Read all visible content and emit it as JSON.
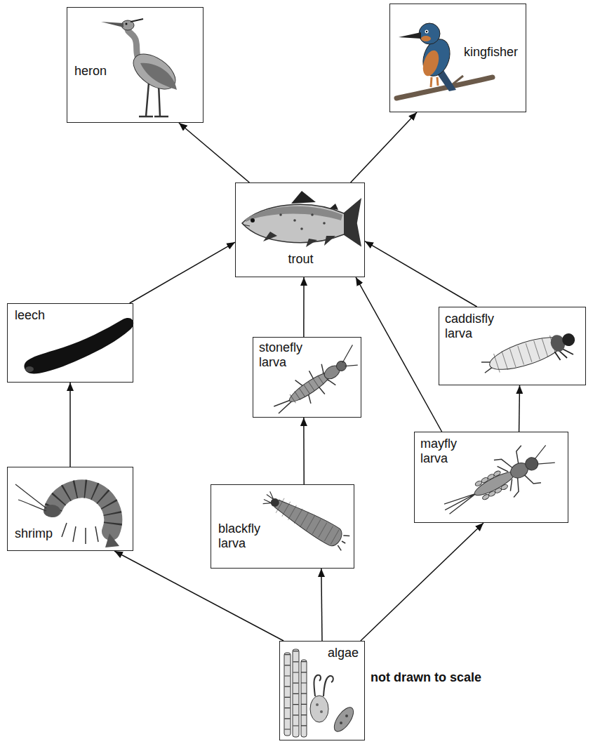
{
  "diagram": {
    "nodes": [
      {
        "text": [
          "heron"
        ]
      },
      {
        "text": [
          "kingfisher"
        ]
      },
      {
        "text": [
          "trout"
        ]
      },
      {
        "text": [
          "leech"
        ]
      },
      {
        "text": [
          "stonefly larva"
        ]
      },
      {
        "text": [
          "caddisfly larva"
        ]
      },
      {
        "text": [
          "shrimp"
        ]
      },
      {
        "text": [
          "blackfly larva"
        ]
      },
      {
        "text": [
          "mayfly larva"
        ]
      },
      {
        "text": [
          "algae"
        ]
      }
    ],
    "edges": [
      {
        "from": 9,
        "to": 6,
        "arrow": "to"
      },
      {
        "from": 9,
        "to": 7,
        "arrow": "to"
      },
      {
        "from": 9,
        "to": 8,
        "arrow": "to"
      },
      {
        "from": 6,
        "to": 3,
        "arrow": "to"
      },
      {
        "from": 7,
        "to": 4,
        "arrow": "to"
      },
      {
        "from": 8,
        "to": 5,
        "arrow": "to"
      },
      {
        "from": 3,
        "to": 2,
        "arrow": "to"
      },
      {
        "from": 4,
        "to": 2,
        "arrow": "to"
      },
      {
        "from": 8,
        "to": 2,
        "arrow": "to"
      },
      {
        "from": 5,
        "to": 2,
        "arrow": "to"
      },
      {
        "from": 2,
        "to": 0,
        "arrow": "to"
      },
      {
        "from": 2,
        "to": 1,
        "arrow": "to"
      }
    ],
    "labels": [
      "not drawn to scale"
    ]
  }
}
